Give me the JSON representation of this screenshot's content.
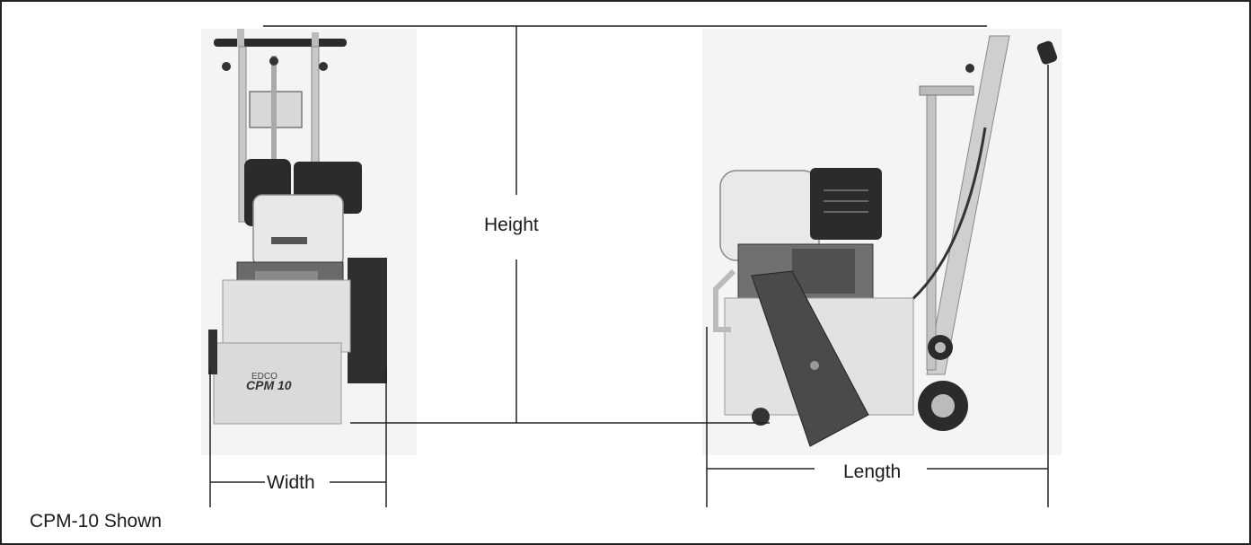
{
  "figure": {
    "labels": {
      "height": "Height",
      "width": "Width",
      "length": "Length",
      "caption": "CPM-10 Shown"
    },
    "machine_decal": {
      "brand": "EDCO",
      "model": "CPM 10"
    },
    "colors": {
      "line": "#222222",
      "frame": "#222222",
      "photo_background": "#f3f3f3",
      "machine_light": "#dcdcdc",
      "machine_dark": "#2b2b2b"
    }
  }
}
